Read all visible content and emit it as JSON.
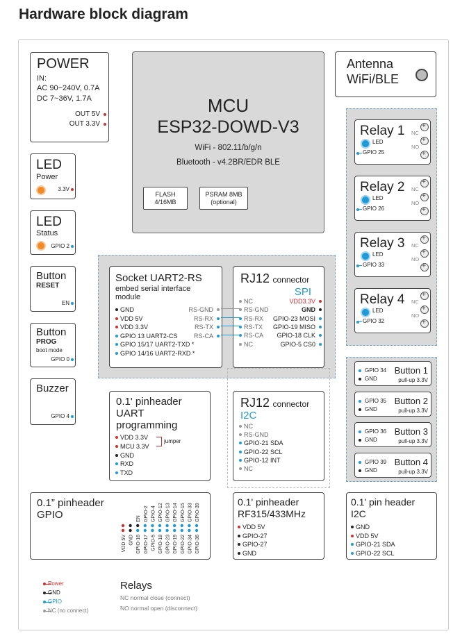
{
  "title": "Hardware block diagram",
  "power": {
    "title": "POWER",
    "in_label": "IN:",
    "line1": "AC 90~240V, 0.7A",
    "line2": "DC 7~36V, 1.7A",
    "out1": "OUT 5V",
    "out2": "OUT 3.3V"
  },
  "led_power": {
    "title": "LED",
    "sub": "Power",
    "pin": "3.3V"
  },
  "led_status": {
    "title": "LED",
    "sub": "Status",
    "pin": "GPIO 2"
  },
  "button_reset": {
    "title": "Button",
    "sub": "RESET",
    "pin": "EN"
  },
  "button_prog": {
    "title": "Button",
    "sub": "PROG",
    "note": "boot mode",
    "pin": "GPIO 0"
  },
  "buzzer": {
    "title": "Buzzer",
    "pin": "GPIO 4"
  },
  "mcu": {
    "title": "MCU",
    "model": "ESP32-DOWD-V3",
    "wifi": "WiFi - 802.11/b/g/n",
    "bt": "Bluetooth - v4.2BR/EDR BLE",
    "flash": "FLASH\n4/16MB",
    "flash_l1": "FLASH",
    "flash_l2": "4/16MB",
    "psram_l1": "PSRAM 8MB",
    "psram_l2": "(optional)"
  },
  "antenna": {
    "l1": "Antenna",
    "l2": "WiFi/BLE"
  },
  "relays": [
    {
      "title": "Relay 1",
      "led": "LED",
      "gpio": "GPIO 25",
      "nc": "NC",
      "no": "NO"
    },
    {
      "title": "Relay 2",
      "led": "LED",
      "gpio": "GPIO 26",
      "nc": "NC",
      "no": "NO"
    },
    {
      "title": "Relay 3",
      "led": "LED",
      "gpio": "GPIO 33",
      "nc": "NC",
      "no": "NO"
    },
    {
      "title": "Relay 4",
      "led": "LED",
      "gpio": "GPIO 32",
      "nc": "NC",
      "no": "NO"
    }
  ],
  "socket": {
    "l1": "Socket UART2-RS",
    "l2": "embed serial interface",
    "l3": "module",
    "pins": [
      "GND",
      "VDD 5V",
      "VDD 3.3V",
      "GPIO 13 UART2-CS",
      "GPIO 15/17 UART2-TXD *",
      "GPIO 14/16 UART2-RXD *"
    ],
    "rs": [
      "RS-GND",
      "RS-RX",
      "RS-TX",
      "RS-CA"
    ]
  },
  "rj12_spi": {
    "title": "RJ12",
    "sub": "connector",
    "proto": "SPI",
    "left": [
      "NC",
      "RS-GND",
      "RS-RX",
      "RS-TX",
      "RS-CA",
      "NC"
    ],
    "right": [
      "VDD3.3V",
      "GND",
      "GPIO-23 MOSI",
      "GPIO-19 MISO",
      "GPIO-18 CLK",
      "GPIO-5 CS0"
    ]
  },
  "rj12_i2c": {
    "title": "RJ12",
    "sub": "connector",
    "proto": "I2C",
    "pins": [
      "NC",
      "RS-GND",
      "GPIO-21 SDA",
      "GPIO-22 SCL",
      "GPIO-12 INT",
      "NC"
    ]
  },
  "uart_header": {
    "l1": "0.1' pinheader",
    "l2": "UART",
    "l3": "programming",
    "pins": [
      "VDD 3.3V",
      "MCU 3.3V",
      "GND",
      "RXD",
      "TXD"
    ],
    "jumper": "jumper"
  },
  "buttons": [
    {
      "gpio": "GPIO 34",
      "gnd": "GND",
      "title": "Button 1",
      "pull": "pull-up 3.3V"
    },
    {
      "gpio": "GPIO 35",
      "gnd": "GND",
      "title": "Button 2",
      "pull": "pull-up 3.3V"
    },
    {
      "gpio": "GPIO 36",
      "gnd": "GND",
      "title": "Button 3",
      "pull": "pull-up 3.3V"
    },
    {
      "gpio": "GPIO 39",
      "gnd": "GND",
      "title": "Button 4",
      "pull": "pull-up 3.3V"
    }
  ],
  "gpio_header": {
    "l1": "0.1” pinheader",
    "l2": "GPIO",
    "top": [
      "EN",
      "GPIO-2",
      "GPIO-4",
      "GPIO-12",
      "GPIO-13",
      "GPIO-14",
      "GPIO-15",
      "GPIO-33",
      "GPIO-39"
    ],
    "bottom": [
      "VDD 5V",
      "GND",
      "GPIO-16",
      "GPIO-17",
      "GPIO-5",
      "GPIO-18",
      "GPIO-23",
      "GPIO-19",
      "GPIO-22",
      "GPIO-34",
      "GPIO-36"
    ]
  },
  "rf_header": {
    "l1": "0.1' pinheader",
    "l2": "RF315/433MHz",
    "pins": [
      "VDD 5V",
      "GPIO-27",
      "GPIO-27",
      "GND"
    ]
  },
  "i2c_header": {
    "l1": "0.1' pin header",
    "l2": "I2C",
    "pins": [
      "GND",
      "VDD 5V",
      "GPIO-21 SDA",
      "GPIO-22 SCL"
    ]
  },
  "legend": {
    "power": "Power",
    "gnd": "GND",
    "gpio": "GPIO",
    "nc": "NC (no connect)"
  },
  "relays_legend": {
    "title": "Relays",
    "nc": "NC normal close (connect)",
    "no": "NO normal open (disconnect)"
  },
  "colors": {
    "power": "#d32f2f",
    "gnd": "#222222",
    "gpio": "#1e9bd7",
    "nc": "#999999",
    "led_orange": "#f08a24",
    "led_blue": "#1e9bd7",
    "mcu_fill": "#d9d9d9"
  }
}
